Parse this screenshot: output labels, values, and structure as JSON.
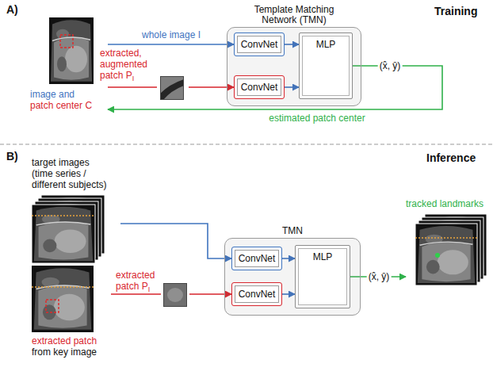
{
  "diagram": {
    "nodes": [
      {
        "text": [
          "Template Matching Network (TMN)"
        ]
      },
      {
        "text": [
          "ConvNet"
        ],
        "in": 0
      },
      {
        "text": [
          "ConvNet"
        ],
        "in": 0
      },
      {
        "text": [
          "MLP"
        ],
        "in": 0
      },
      {
        "text": [
          "image and",
          "patch center C"
        ]
      },
      {
        "text": [
          "target images",
          "(time series / different subjects)"
        ]
      },
      {
        "text": [
          "TMN"
        ]
      },
      {
        "text": [
          "ConvNet"
        ],
        "in": 6
      },
      {
        "text": [
          "ConvNet"
        ],
        "in": 6
      },
      {
        "text": [
          "MLP"
        ],
        "in": 6
      },
      {
        "text": [
          "extracted patch",
          "from key image"
        ]
      },
      {
        "text": [
          "tracked landmarks"
        ]
      }
    ],
    "edges": [
      {
        "from": 4,
        "to": 1,
        "arrow": "to",
        "label": "whole image I"
      },
      {
        "from": 4,
        "to": 2,
        "arrow": "to"
      },
      {
        "from": 1,
        "to": 3,
        "arrow": "to"
      },
      {
        "from": 2,
        "to": 3,
        "arrow": "to"
      },
      {
        "from": 3,
        "to": 4,
        "arrow": "to",
        "label": "(x̂, ŷ)"
      },
      {
        "from": 5,
        "to": 7,
        "arrow": "to"
      },
      {
        "from": 10,
        "to": 8,
        "arrow": "to"
      },
      {
        "from": 7,
        "to": 9,
        "arrow": "to"
      },
      {
        "from": 8,
        "to": 9,
        "arrow": "to"
      },
      {
        "from": 9,
        "to": 11,
        "arrow": "to",
        "label": "(x̂, ŷ)"
      }
    ],
    "labels": [
      "A)",
      "Training",
      "extracted, augmented patch P",
      "I",
      "estimated patch center",
      "B)",
      "Inference",
      "extracted patch P",
      "I"
    ]
  }
}
